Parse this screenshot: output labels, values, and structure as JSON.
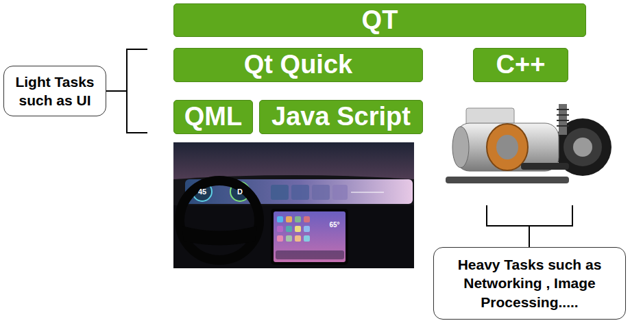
{
  "diagram": {
    "nodes": [
      {
        "text": [
          "QT"
        ]
      },
      {
        "text": [
          "Qt Quick"
        ]
      },
      {
        "text": [
          "C++"
        ]
      },
      {
        "text": [
          "QML"
        ]
      },
      {
        "text": [
          "Java Script"
        ]
      },
      {
        "text": [
          "Light Tasks such as UI"
        ]
      },
      {
        "text": [
          "Heavy Tasks such as Networking , Image Processing....."
        ]
      }
    ],
    "labels": [
      "45",
      "D",
      "65°"
    ]
  }
}
